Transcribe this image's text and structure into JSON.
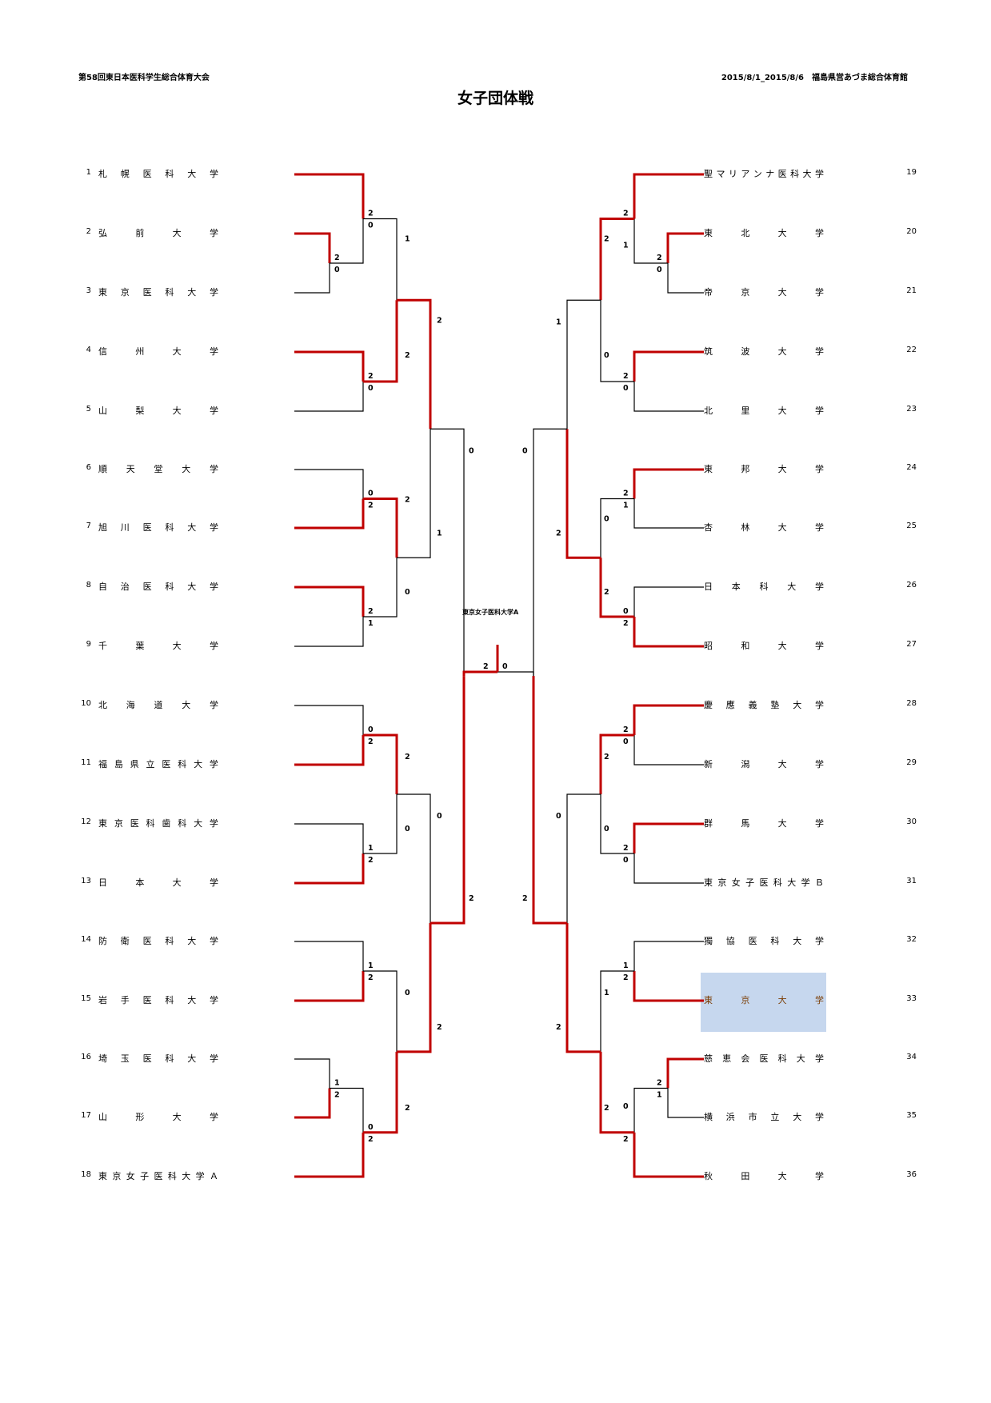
{
  "header": {
    "event": "第58回東日本医科学生総合体育大会",
    "date_venue": "2015/8/1_2015/8/6　福島県営あづま総合体育館",
    "title": "女子団体戦"
  },
  "left_teams": [
    {
      "no": "1",
      "name": "札幌医科大学"
    },
    {
      "no": "2",
      "name": "弘前大学"
    },
    {
      "no": "3",
      "name": "東京医科大学"
    },
    {
      "no": "4",
      "name": "信州大学"
    },
    {
      "no": "5",
      "name": "山梨大学"
    },
    {
      "no": "6",
      "name": "順天堂大学"
    },
    {
      "no": "7",
      "name": "旭川医科大学"
    },
    {
      "no": "8",
      "name": "自治医科大学"
    },
    {
      "no": "9",
      "name": "千葉大学"
    },
    {
      "no": "10",
      "name": "北海道大学"
    },
    {
      "no": "11",
      "name": "福島県立医科大学"
    },
    {
      "no": "12",
      "name": "東京医科歯科大学"
    },
    {
      "no": "13",
      "name": "日本大学"
    },
    {
      "no": "14",
      "name": "防衛医科大学"
    },
    {
      "no": "15",
      "name": "岩手医科大学"
    },
    {
      "no": "16",
      "name": "埼玉医科大学"
    },
    {
      "no": "17",
      "name": "山形大学"
    },
    {
      "no": "18",
      "name": "東京女子医科大学Ａ"
    }
  ],
  "right_teams": [
    {
      "no": "19",
      "name": "聖マリアンナ医科大学"
    },
    {
      "no": "20",
      "name": "東北大学"
    },
    {
      "no": "21",
      "name": "帝京大学"
    },
    {
      "no": "22",
      "name": "筑波大学"
    },
    {
      "no": "23",
      "name": "北里大学"
    },
    {
      "no": "24",
      "name": "東邦大学"
    },
    {
      "no": "25",
      "name": "杏林大学"
    },
    {
      "no": "26",
      "name": "日本科大学"
    },
    {
      "no": "27",
      "name": "昭和大学"
    },
    {
      "no": "28",
      "name": "慶應義塾大学"
    },
    {
      "no": "29",
      "name": "新潟大学"
    },
    {
      "no": "30",
      "name": "群馬大学"
    },
    {
      "no": "31",
      "name": "東京女子医科大学Ｂ"
    },
    {
      "no": "32",
      "name": "獨協医科大学"
    },
    {
      "no": "33",
      "name": "東京大学",
      "highlighted": true
    },
    {
      "no": "34",
      "name": "慈恵会医科大学"
    },
    {
      "no": "35",
      "name": "横浜市立大学"
    },
    {
      "no": "36",
      "name": "秋田大学"
    }
  ],
  "champion": "東京女子医科大学A",
  "colors": {
    "win_line": "#c00000",
    "lose_line": "#000000",
    "highlight": "#c6d7ee"
  },
  "matches": [
    {
      "id": "L-2v3",
      "scores": [
        "2",
        "0"
      ]
    },
    {
      "id": "L-1v(2/3)",
      "scores": [
        "2",
        "0"
      ]
    },
    {
      "id": "L-4v5",
      "scores": [
        "2",
        "0"
      ]
    },
    {
      "id": "L-6v7",
      "scores": [
        "0",
        "2"
      ]
    },
    {
      "id": "L-8v9",
      "scores": [
        "2",
        "1"
      ]
    },
    {
      "id": "L-10v11",
      "scores": [
        "0",
        "2"
      ]
    },
    {
      "id": "L-12v13",
      "scores": [
        "1",
        "2"
      ]
    },
    {
      "id": "L-14v15",
      "scores": [
        "1",
        "2"
      ]
    },
    {
      "id": "L-16v17",
      "scores": [
        "1",
        "2"
      ]
    },
    {
      "id": "L-(16/17)v18",
      "scores": [
        "0",
        "2"
      ]
    },
    {
      "id": "L-r3a",
      "scores": [
        "1",
        "2"
      ]
    },
    {
      "id": "L-r3b",
      "scores": [
        "2",
        "0"
      ]
    },
    {
      "id": "L-r3c",
      "scores": [
        "2",
        "0"
      ]
    },
    {
      "id": "L-r3d",
      "scores": [
        "0",
        "2"
      ]
    },
    {
      "id": "L-r4a",
      "scores": [
        "2",
        "1"
      ]
    },
    {
      "id": "L-r4b",
      "scores": [
        "0",
        "2"
      ]
    },
    {
      "id": "L-semi",
      "scores": [
        "0",
        "2"
      ]
    },
    {
      "id": "Final",
      "scores": [
        "2",
        "0"
      ]
    },
    {
      "id": "R-semi",
      "scores": [
        "0",
        "2"
      ]
    },
    {
      "id": "R-19v(20/21)",
      "scores": [
        "2",
        "1"
      ]
    },
    {
      "id": "R-20v21",
      "scores": [
        "2",
        "0"
      ]
    },
    {
      "id": "R-22v23",
      "scores": [
        "2",
        "0"
      ]
    },
    {
      "id": "R-24v25",
      "scores": [
        "2",
        "1"
      ]
    },
    {
      "id": "R-26v27",
      "scores": [
        "0",
        "2"
      ]
    },
    {
      "id": "R-28v29",
      "scores": [
        "2",
        "0"
      ]
    },
    {
      "id": "R-30v31",
      "scores": [
        "2",
        "0"
      ]
    },
    {
      "id": "R-32v33",
      "scores": [
        "1",
        "2"
      ]
    },
    {
      "id": "R-34v35",
      "scores": [
        "2",
        "1"
      ]
    },
    {
      "id": "R-(34/35)v36",
      "scores": [
        "0",
        "2"
      ]
    },
    {
      "id": "R-r3a",
      "scores": [
        "2",
        "0"
      ]
    },
    {
      "id": "R-r3b",
      "scores": [
        "0",
        "2"
      ]
    },
    {
      "id": "R-r3c",
      "scores": [
        "2",
        "0"
      ]
    },
    {
      "id": "R-r3d",
      "scores": [
        "1",
        "2"
      ]
    },
    {
      "id": "R-r4a",
      "scores": [
        "1",
        "2"
      ]
    },
    {
      "id": "R-r4b",
      "scores": [
        "0",
        "2"
      ]
    }
  ]
}
